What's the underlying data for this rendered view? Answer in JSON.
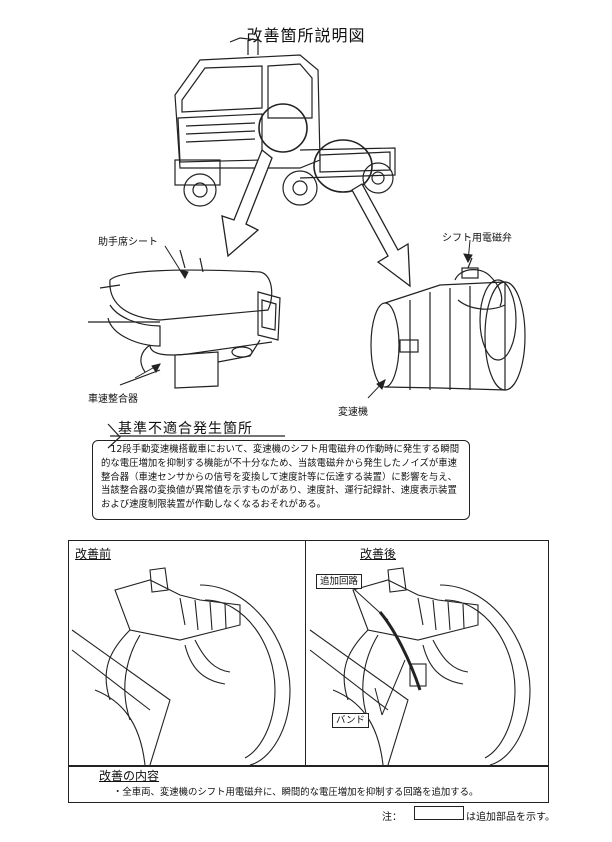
{
  "document": {
    "title": "改善箇所説明図",
    "labels": {
      "seat": "助手席シート",
      "valve": "シフト用電磁弁",
      "adapter": "車速整合器",
      "transmission": "変速機"
    },
    "section_heading": "基準不適合発生箇所",
    "description": "12段手動変速機搭載車において、変速機のシフト用電磁弁の作動時に発生する瞬間的な電圧増加を抑制する機能が不十分なため、当該電磁弁から発生したノイズが車速整合器（車速センサからの信号を変換して速度計等に伝達する装置）に影響を与え、当該整合器の変換値が異常値を示すものがあり、速度計、運行記録計、速度表示装置および速度制限装置が作動しなくなるおそれがある。",
    "before": {
      "title": "改善前"
    },
    "after": {
      "title": "改善後",
      "tag_circuit": "追加回路",
      "tag_band": "バンド"
    },
    "improvement": {
      "heading": "改善の内容",
      "text": "・全車両、変速機のシフト用電磁弁に、瞬間的な電圧増加を抑制する回路を追加する。"
    },
    "note": {
      "prefix": "注：",
      "text": "は追加部品を示す。"
    }
  }
}
